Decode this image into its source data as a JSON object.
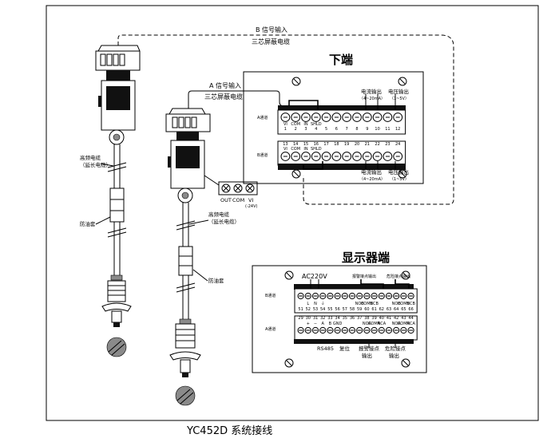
{
  "cables": {
    "b_input": "B 信号输入",
    "b_cable": "三芯屏蔽电缆",
    "a_input": "A 信号输入",
    "a_cable": "三芯屏蔽电缆"
  },
  "sensor": {
    "hf_cable": "高频电缆",
    "ext_cable": "（延长电缆）",
    "oil_sleeve": "防油套"
  },
  "out_block": {
    "labels": [
      "OUT",
      "COM",
      "VI"
    ],
    "voltage": "(-24V)"
  },
  "lower_end": {
    "title": "下端",
    "current_out_top": "电流输出",
    "current_range_top": "（4~20mA）",
    "voltage_out_top": "电压输出",
    "voltage_range_top": "（1~5V）",
    "current_out_bottom": "电流输出",
    "current_range_bottom": "（4~20mA）",
    "voltage_out_bottom": "电压输出",
    "voltage_range_bottom": "（1~5V）",
    "a_channel": "A通道",
    "b_channel": "B通道",
    "a_numbers": [
      "1",
      "2",
      "3",
      "4",
      "5",
      "6",
      "7",
      "8",
      "9",
      "10",
      "11",
      "12"
    ],
    "b_numbers": [
      "13",
      "14",
      "15",
      "16",
      "17",
      "18",
      "19",
      "20",
      "21",
      "22",
      "23",
      "24"
    ],
    "a_terms": [
      "VI",
      "COM",
      "IN",
      "SHLD"
    ],
    "b_terms": [
      "VI",
      "COM",
      "IN",
      "SHLD"
    ]
  },
  "display_end": {
    "title": "显示器端",
    "ac": "AC220V",
    "alarm_out": "报警接点输出",
    "danger_out": "危险接点输出",
    "b_channel": "B通道",
    "a_channel": "A通道",
    "b_numbers": [
      "51",
      "52",
      "53",
      "54",
      "55",
      "56",
      "57",
      "58",
      "59",
      "60",
      "61",
      "62",
      "63",
      "64",
      "65",
      "66"
    ],
    "a_numbers": [
      "29",
      "30",
      "31",
      "32",
      "33",
      "34",
      "35",
      "36",
      "37",
      "38",
      "39",
      "40",
      "41",
      "42",
      "43",
      "44"
    ],
    "b_terms": [
      "L",
      "N",
      "⏚",
      "NOB",
      "COMB",
      "NCB",
      "NOB",
      "COMB",
      "NCB"
    ],
    "a_terms": [
      "+",
      "−",
      "A",
      "B",
      "GND",
      "NOA",
      "COMA",
      "NCA",
      "NOA",
      "COMA",
      "NCA"
    ],
    "rs485": "RS485",
    "reset": "复位",
    "alarm_contact": "报警接点",
    "alarm_contact_2": "输出",
    "danger_contact": "危险接点",
    "danger_contact_2": "输出"
  },
  "caption": "YC452D  系统接线"
}
